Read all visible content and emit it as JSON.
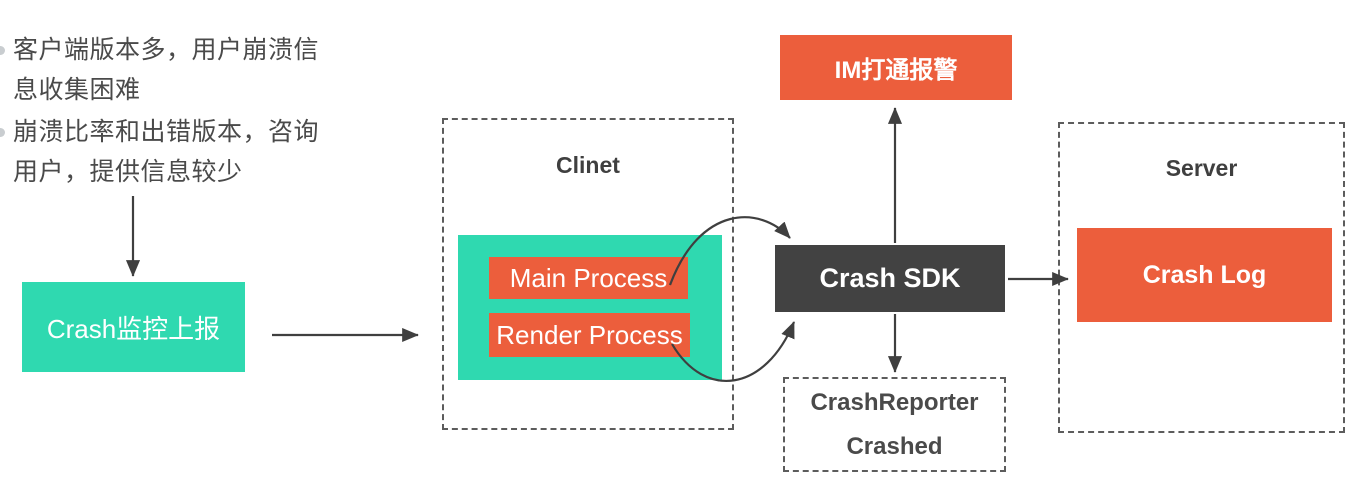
{
  "bullets": [
    {
      "marker": "bullet-dot",
      "text": "客户端版本多，用户崩溃信\n息收集困难"
    },
    {
      "marker": "bullet-dot",
      "text": "崩溃比率和出错版本，咨询\n用户，提供信息较少"
    }
  ],
  "nodes": {
    "crash_monitor": {
      "label": "Crash监控上报",
      "color": "#2fd9b0",
      "text_color": "#ffffff"
    },
    "client_group": {
      "title": "Clinet",
      "style": "dashed"
    },
    "client_panel": {
      "color": "#2fd9b0"
    },
    "main_process": {
      "label": "Main Process",
      "color": "#ec5e3c",
      "text_color": "#ffffff"
    },
    "render_process": {
      "label": "Render Process",
      "color": "#ec5e3c",
      "text_color": "#ffffff"
    },
    "crash_sdk": {
      "label": "Crash SDK",
      "color": "#424242",
      "text_color": "#ffffff"
    },
    "im_alert": {
      "label": "IM打通报警",
      "color": "#ec5e3c",
      "text_color": "#ffffff"
    },
    "crash_reporter": {
      "label": "CrashReporter\nCrashed",
      "style": "dashed",
      "text_color": "#4a4a4a"
    },
    "server_group": {
      "title": "Server",
      "style": "dashed"
    },
    "crash_log": {
      "label": "Crash Log",
      "color": "#ec5e3c",
      "text_color": "#ffffff"
    }
  },
  "connectors": [
    {
      "name": "monitor-to-client",
      "kind": "straight-arrow",
      "direction": "right"
    },
    {
      "name": "bullets-to-monitor",
      "kind": "straight-arrow",
      "direction": "down"
    },
    {
      "name": "main-process-to-sdk",
      "kind": "curved-arrow",
      "direction": "right"
    },
    {
      "name": "render-process-to-sdk",
      "kind": "curved-arrow",
      "direction": "right"
    },
    {
      "name": "sdk-to-im-alert",
      "kind": "straight-arrow",
      "direction": "up"
    },
    {
      "name": "sdk-to-crash-reporter",
      "kind": "straight-arrow",
      "direction": "down"
    },
    {
      "name": "sdk-to-crash-log",
      "kind": "straight-arrow",
      "direction": "right"
    }
  ],
  "palette": {
    "green": "#2fd9b0",
    "orange": "#ec5e3c",
    "dark": "#424242",
    "dashed_stroke": "#5c5c5c",
    "arrow_stroke": "#3f3f3f",
    "text_gray": "#4a4a4a",
    "background": "#ffffff"
  }
}
